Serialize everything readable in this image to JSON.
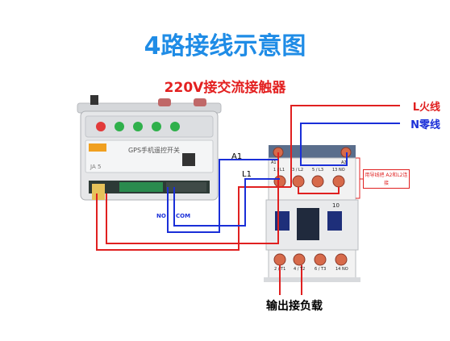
{
  "title": "4路接线示意图",
  "subtitle": "220V接交流接触器",
  "labels": {
    "live": "L火线",
    "neutral": "N零线",
    "a1": "A1",
    "l1": "L1",
    "no": "NO",
    "com": "COM",
    "load": "输出接负载"
  },
  "note": "用导线把 A2和L2连接",
  "module": {
    "title": "GPS手机遥控开关",
    "model": "JA 5"
  },
  "contactor": {
    "top_terminals": [
      "A1",
      "1 / L1",
      "3 / L2",
      "5 / L3",
      "13 NO",
      "A2"
    ],
    "bottom_terminals": [
      "2 / T1",
      "4 / T2",
      "6 / T3",
      "14 NO"
    ],
    "rating": "10"
  },
  "colors": {
    "title": "#1f8ce6",
    "subtitle": "#e32020",
    "live_wire": "#e02020",
    "neutral_wire": "#1a2fd8",
    "module_body": "#e6e7e9",
    "contactor_body": "#f2f2f2"
  }
}
